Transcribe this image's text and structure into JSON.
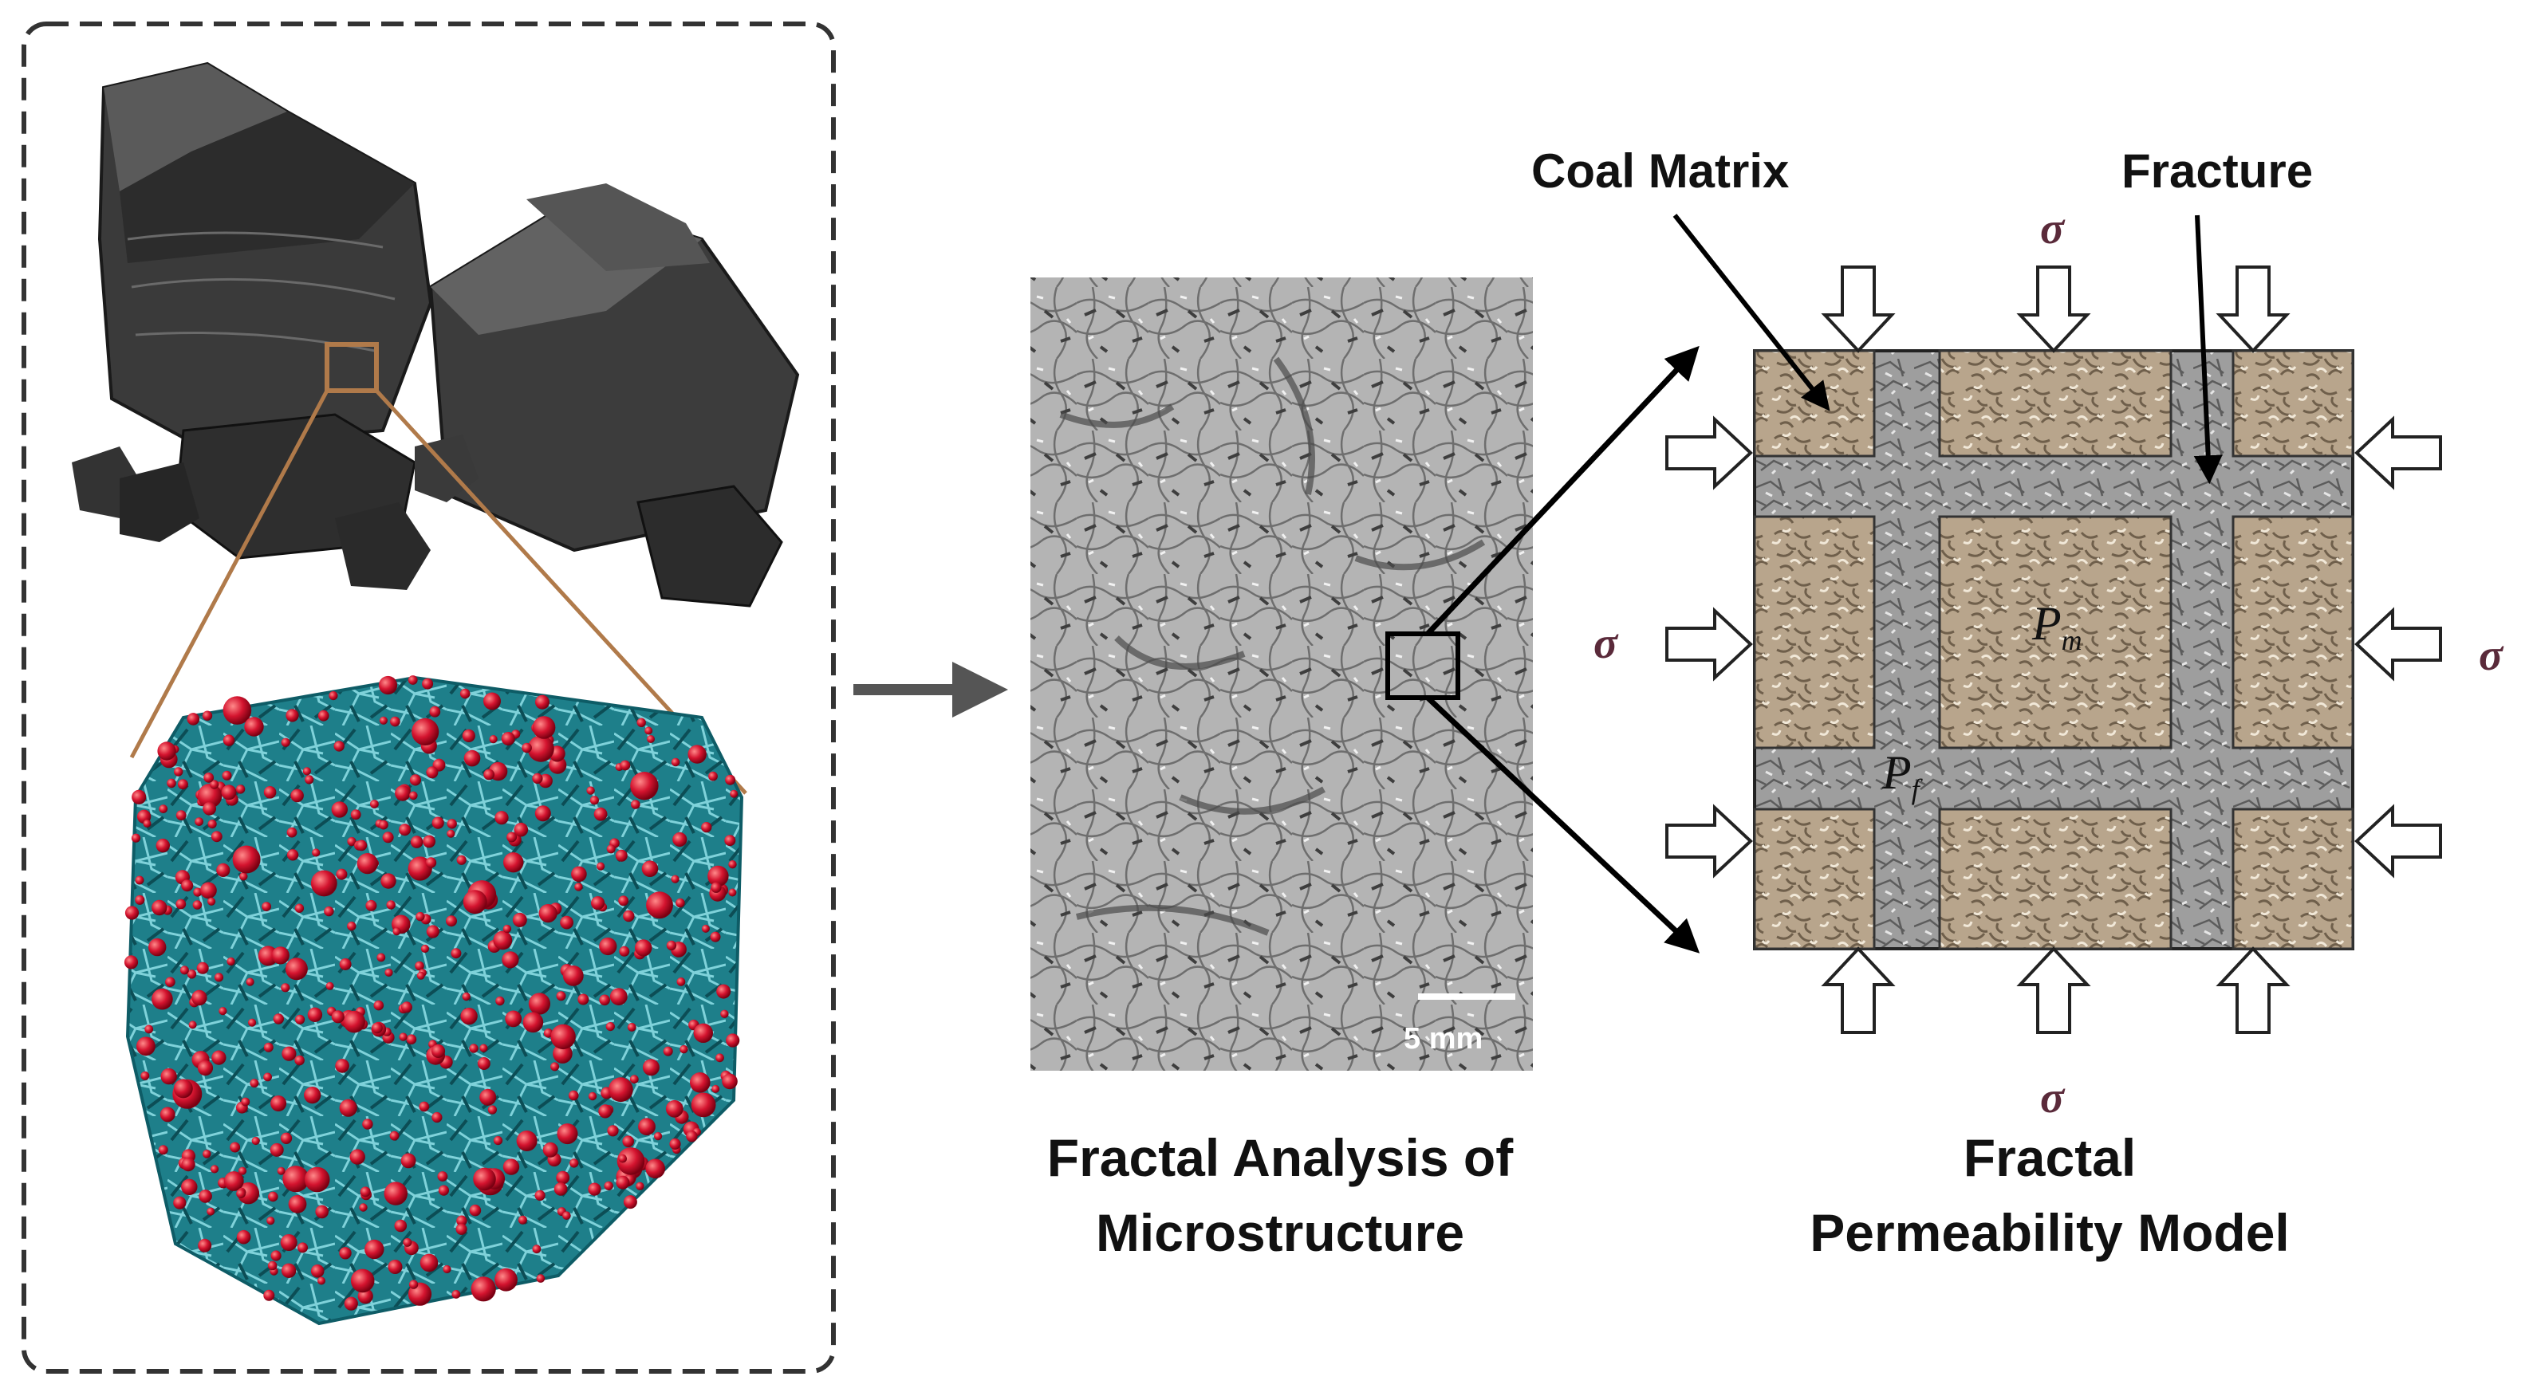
{
  "scale_bar_label": "5 mm",
  "caption_microstructure": [
    "Fractal Analysis of",
    "Microstructure"
  ],
  "caption_model": [
    "Fractal",
    "Permeability Model"
  ],
  "label_coal_matrix": "Coal Matrix",
  "label_fracture": "Fracture",
  "symbols": {
    "sigma": "σ",
    "pm_base": "P",
    "pm_sub": "m",
    "pf_base": "P",
    "pf_sub": "f"
  },
  "colors": {
    "matrix": "#b7a48b",
    "fracture": "#9a9a9a",
    "atom": "#c8102e",
    "bond": "#1c8a94",
    "coal": "#2a2a2a",
    "zoom": "#b07a4a"
  }
}
